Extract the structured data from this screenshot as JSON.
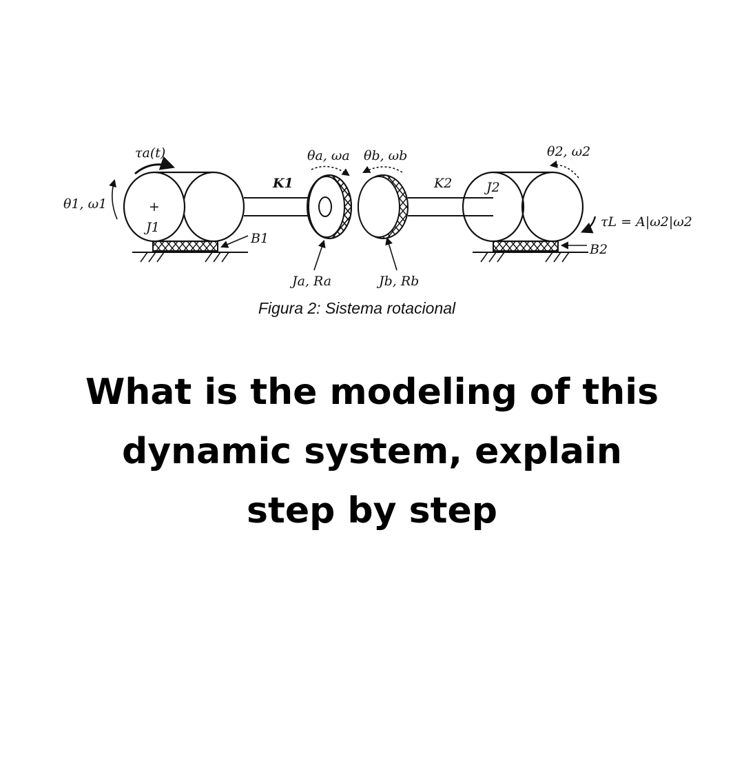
{
  "labels": {
    "tau_a": "τa(t)",
    "theta1": "θ1, ω1",
    "plus": "+",
    "J1": "J1",
    "B1": "B1",
    "K1": "K1",
    "theta_a": "θa, ωa",
    "theta_b": "θb, ωb",
    "K2": "K2",
    "J2": "J2",
    "theta2": "θ2, ω2",
    "tauL": "τL = A|ω2|ω2",
    "B2": "B2",
    "JaRa": "Ja, Ra",
    "JbRb": "Jb, Rb"
  },
  "caption": "Figura 2: Sistema rotacional",
  "question": {
    "line1": "What is the modeling of this",
    "line2": "dynamic system, explain",
    "line3": "step by step"
  }
}
